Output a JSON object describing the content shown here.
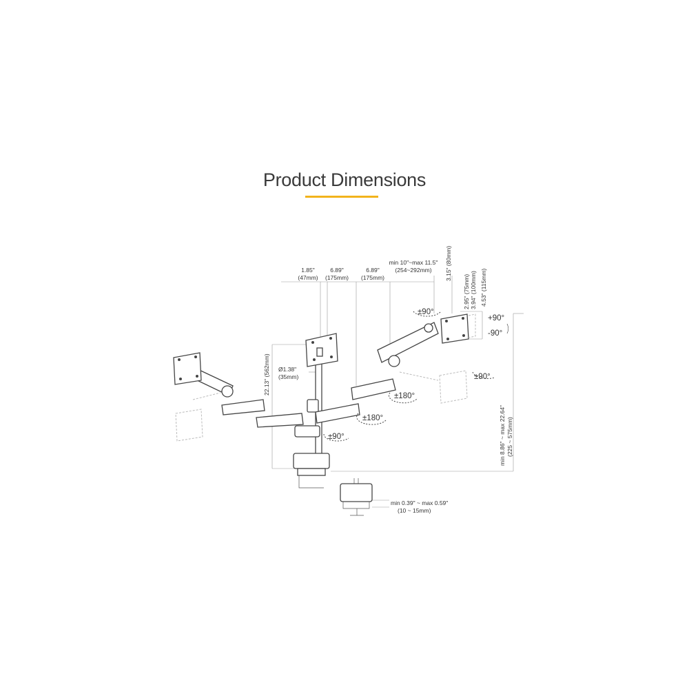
{
  "title": "Product Dimensions",
  "colors": {
    "accent": "#f2b31b",
    "line": "#555555",
    "text": "#333333"
  },
  "dimensions": {
    "d1_in": "1.85\"",
    "d1_mm": "(47mm)",
    "d2_in": "6.89\"",
    "d2_mm": "(175mm)",
    "d3_in": "6.89\"",
    "d3_mm": "(175mm)",
    "reach_in": "min 10\"~max 11.5\"",
    "reach_mm": "(254~292mm)",
    "h315": "3.15\" (80mm)",
    "v295": "2.95\" (75mm)",
    "v394": "3.94\" (100mm)",
    "v453": "4.53\" (115mm)",
    "pole_height": "22.13\" (562mm)",
    "pole_diam_in": "Ø1.38\"",
    "pole_diam_mm": "(35mm)",
    "height_range_in": "min 8.86\" ~ max 22.64\"",
    "height_range_mm": "(225 ~ 575mm)",
    "desk_in": "min 0.39\" ~ max 0.59\"",
    "desk_mm": "(10 ~ 15mm)"
  },
  "rotations": {
    "r_top_tilt": "±90°",
    "r_right_tilt": "±90°",
    "r_arm_180a": "±180°",
    "r_arm_180b": "±180°",
    "r_base": "±90°",
    "plus90": "+90°",
    "minus90": "-90°"
  }
}
